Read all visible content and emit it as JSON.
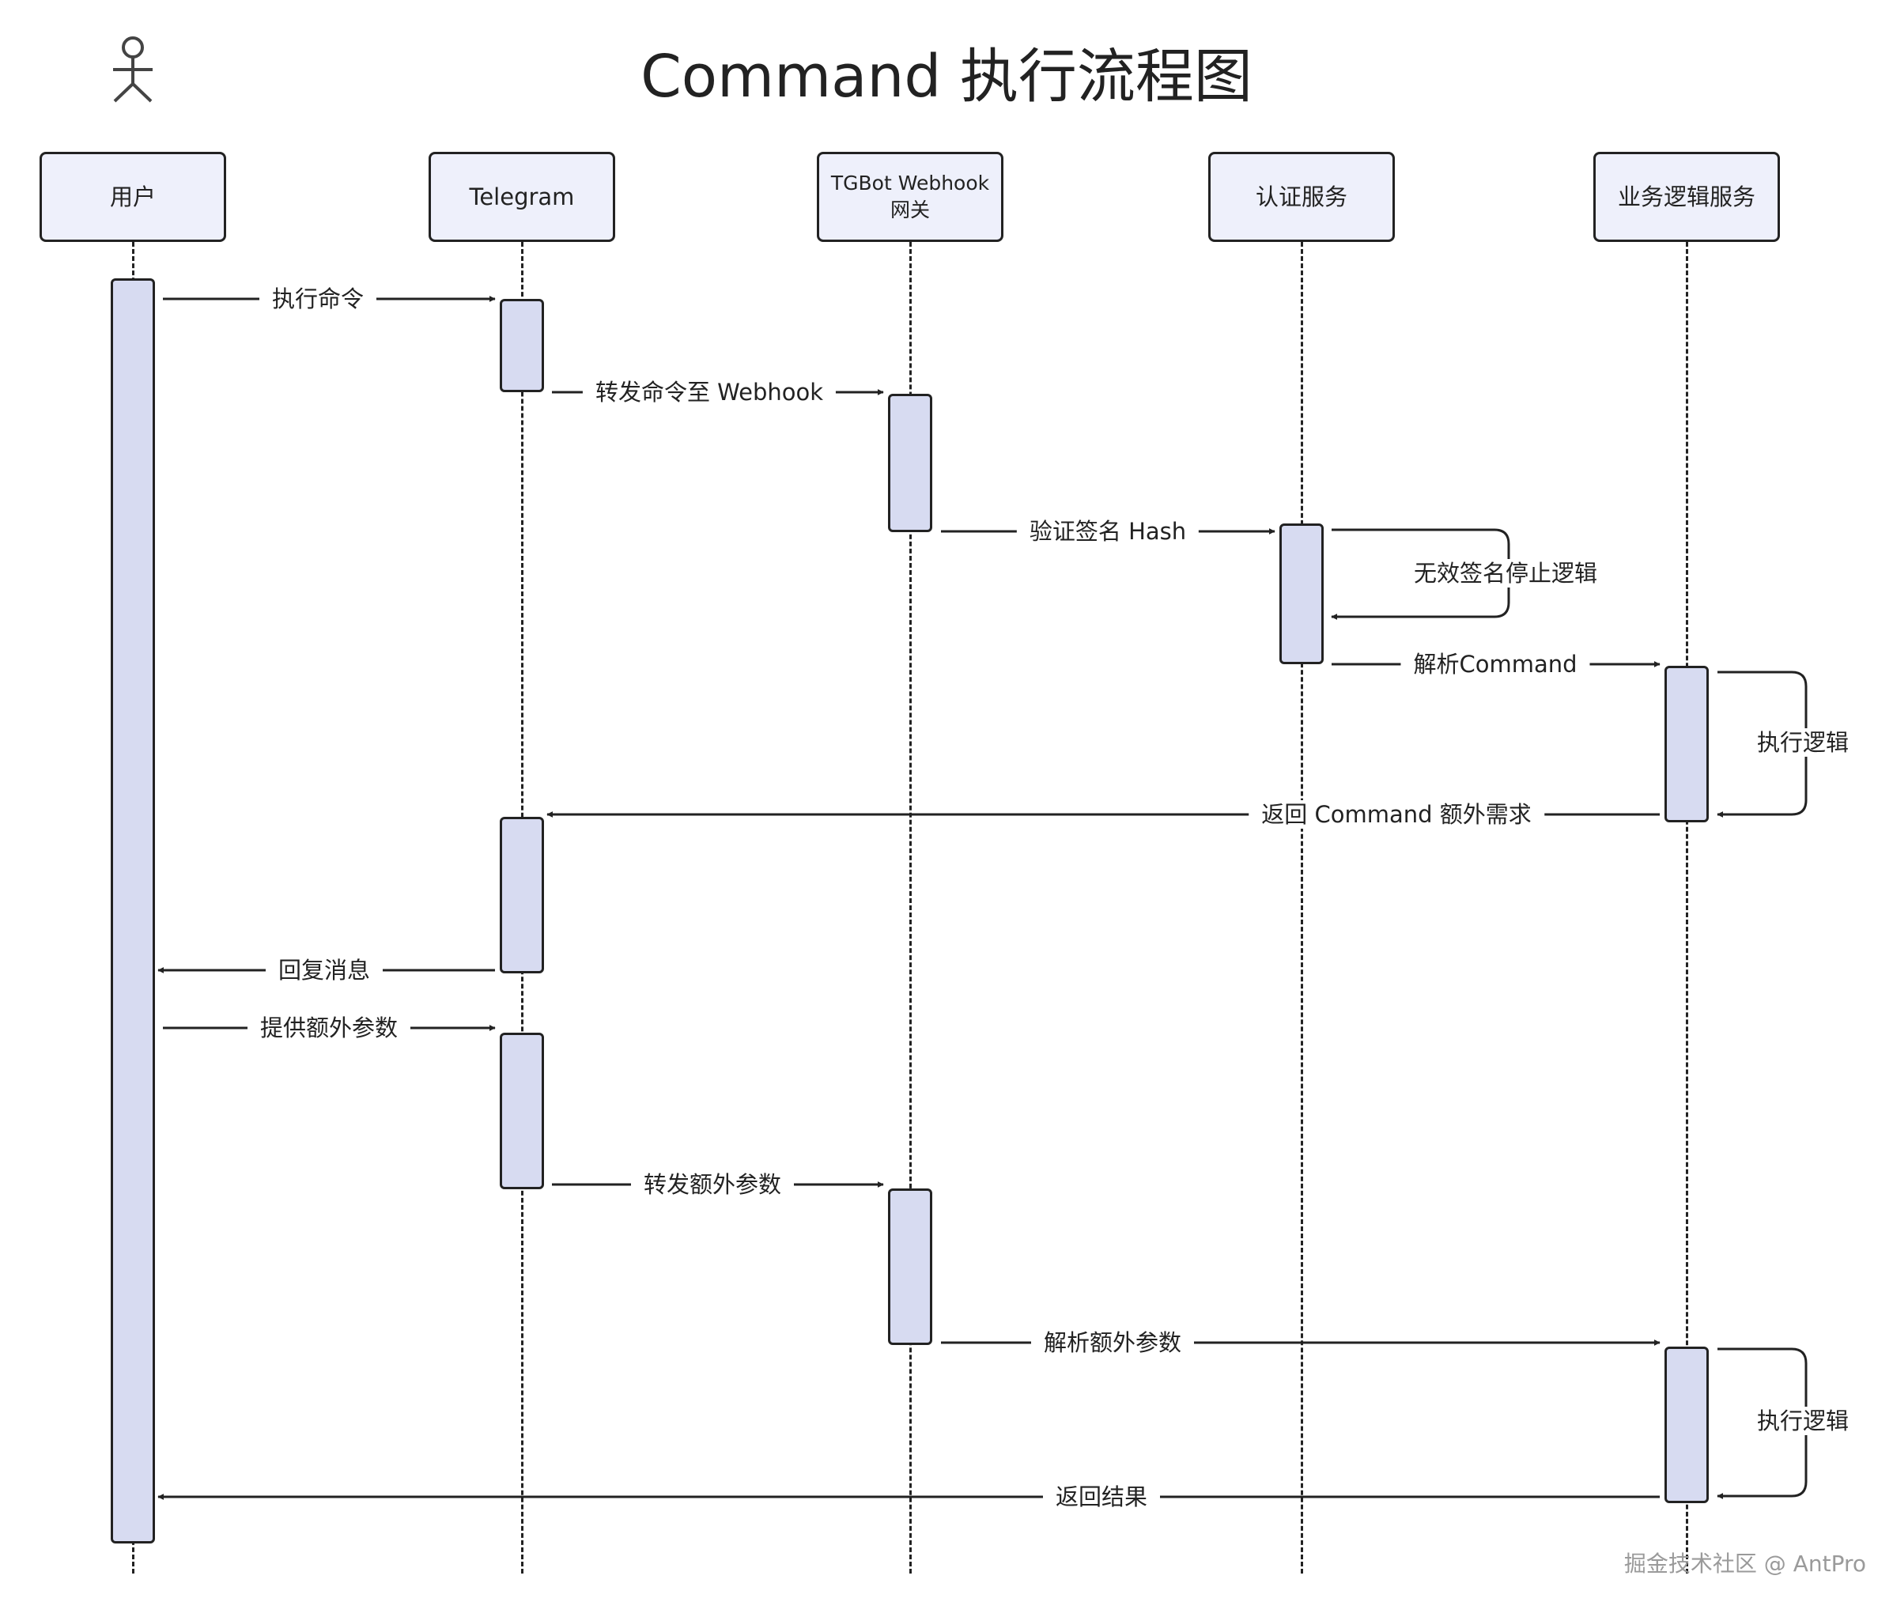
{
  "title": "Command 执行流程图",
  "participants": [
    {
      "id": "user",
      "label": "用户"
    },
    {
      "id": "telegram",
      "label": "Telegram"
    },
    {
      "id": "gateway",
      "label": "TGBot Webhook\n网关"
    },
    {
      "id": "auth",
      "label": "认证服务"
    },
    {
      "id": "biz",
      "label": "业务逻辑服务"
    }
  ],
  "messages": [
    {
      "label": "执行命令"
    },
    {
      "label": "转发命令至 Webhook"
    },
    {
      "label": "验证签名 Hash"
    },
    {
      "label": "无效签名停止逻辑"
    },
    {
      "label": "解析Command"
    },
    {
      "label": "执行逻辑"
    },
    {
      "label": "返回 Command 额外需求"
    },
    {
      "label": "回复消息"
    },
    {
      "label": "提供额外参数"
    },
    {
      "label": "转发额外参数"
    },
    {
      "label": "解析额外参数"
    },
    {
      "label": "执行逻辑"
    },
    {
      "label": "返回结果"
    }
  ],
  "watermark": "掘金技术社区 @ AntPro",
  "colors": {
    "activation_fill": "#d7dbf1",
    "header_fill": "#eef0fb",
    "line": "#222222"
  },
  "icons": {
    "actor": "stick-figure-icon"
  }
}
